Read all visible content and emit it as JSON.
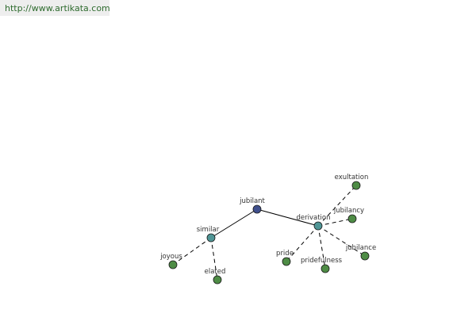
{
  "header": {
    "url": "http://www.artikata.com"
  },
  "colors": {
    "root_node": "#3f4f8c",
    "relation_node": "#4f9595",
    "leaf_node": "#4e8c45",
    "edge": "#000000",
    "header_bg": "#eeeeee",
    "header_text": "#2e6b2e"
  },
  "graph": {
    "nodes": [
      {
        "id": "jubilant",
        "label": "jubilant",
        "kind": "root"
      },
      {
        "id": "similar",
        "label": "similar",
        "kind": "relation"
      },
      {
        "id": "derivation",
        "label": "derivation",
        "kind": "relation"
      },
      {
        "id": "joyous",
        "label": "joyous",
        "kind": "leaf"
      },
      {
        "id": "elated",
        "label": "elated",
        "kind": "leaf"
      },
      {
        "id": "pride",
        "label": "pride",
        "kind": "leaf"
      },
      {
        "id": "pridefulness",
        "label": "pridefulness",
        "kind": "leaf"
      },
      {
        "id": "jubilance",
        "label": "jubilance",
        "kind": "leaf"
      },
      {
        "id": "jubilancy",
        "label": "jubilancy",
        "kind": "leaf"
      },
      {
        "id": "exultation",
        "label": "exultation",
        "kind": "leaf"
      }
    ],
    "edges": [
      {
        "from": "jubilant",
        "to": "similar",
        "style": "solid"
      },
      {
        "from": "jubilant",
        "to": "derivation",
        "style": "solid"
      },
      {
        "from": "similar",
        "to": "joyous",
        "style": "dashed"
      },
      {
        "from": "similar",
        "to": "elated",
        "style": "dashed"
      },
      {
        "from": "derivation",
        "to": "pride",
        "style": "dashed"
      },
      {
        "from": "derivation",
        "to": "pridefulness",
        "style": "dashed"
      },
      {
        "from": "derivation",
        "to": "jubilance",
        "style": "dashed"
      },
      {
        "from": "derivation",
        "to": "jubilancy",
        "style": "dashed"
      },
      {
        "from": "derivation",
        "to": "exultation",
        "style": "dashed"
      }
    ]
  }
}
